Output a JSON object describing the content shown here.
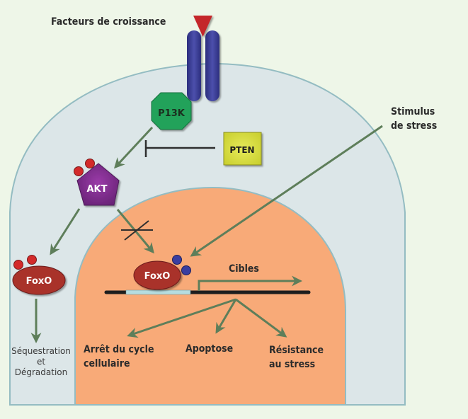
{
  "title": "Voie PI3K/AKT/FoxO",
  "colors": {
    "background": "#eef6e8",
    "cytoplasm": "#dce6e8",
    "membrane": "#94bcc2",
    "nucleus": "#f8aa78",
    "arrow": "#5e7e5a",
    "inhibitor": "#2e2e2e",
    "receptor": "#3a3d94",
    "ligand": "#c4282a",
    "pi3k": "#23a25a",
    "pten": "#d8de3a",
    "akt": "#7a2c86",
    "foxo": "#a9302c",
    "phospho_red": "#d32a2a",
    "phospho_blue": "#3a3ea0",
    "dna": "#1e1e1e",
    "promoter": "#b6dde0"
  },
  "labels": {
    "growth_factors": "Facteurs de croissance",
    "stress_stimulus_line1": "Stimulus",
    "stress_stimulus_line2": "de stress",
    "targets": "Cibles",
    "sequestration_line1": "Séquestration",
    "sequestration_line2": "et",
    "sequestration_line3": "Dégradation",
    "cell_cycle_arrest_line1": "Arrêt du cycle",
    "cell_cycle_arrest_line2": "cellulaire",
    "apoptosis": "Apoptose",
    "stress_resistance_line1": "Résistance",
    "stress_resistance_line2": "au stress"
  },
  "nodes": {
    "pi3k": "P13K",
    "pten": "PTEN",
    "akt": "AKT",
    "foxo_cytoplasm": "FoxO",
    "foxo_nucleus": "FoxO"
  },
  "edges": [
    {
      "from": "growth_factors",
      "to": "receptor",
      "type": "binding"
    },
    {
      "from": "pi3k",
      "to": "akt",
      "type": "activation"
    },
    {
      "from": "pten",
      "to": "pi3k-akt",
      "type": "inhibition"
    },
    {
      "from": "akt",
      "to": "foxo_cytoplasm",
      "type": "phosphorylation"
    },
    {
      "from": "akt",
      "to": "foxo_nucleus",
      "type": "blocked"
    },
    {
      "from": "stress_stimulus",
      "to": "foxo_nucleus",
      "type": "activation"
    },
    {
      "from": "foxo_cytoplasm",
      "to": "sequestration",
      "type": "activation"
    },
    {
      "from": "targets",
      "to": "cell_cycle_arrest",
      "type": "activation"
    },
    {
      "from": "targets",
      "to": "apoptosis",
      "type": "activation"
    },
    {
      "from": "targets",
      "to": "stress_resistance",
      "type": "activation"
    }
  ]
}
